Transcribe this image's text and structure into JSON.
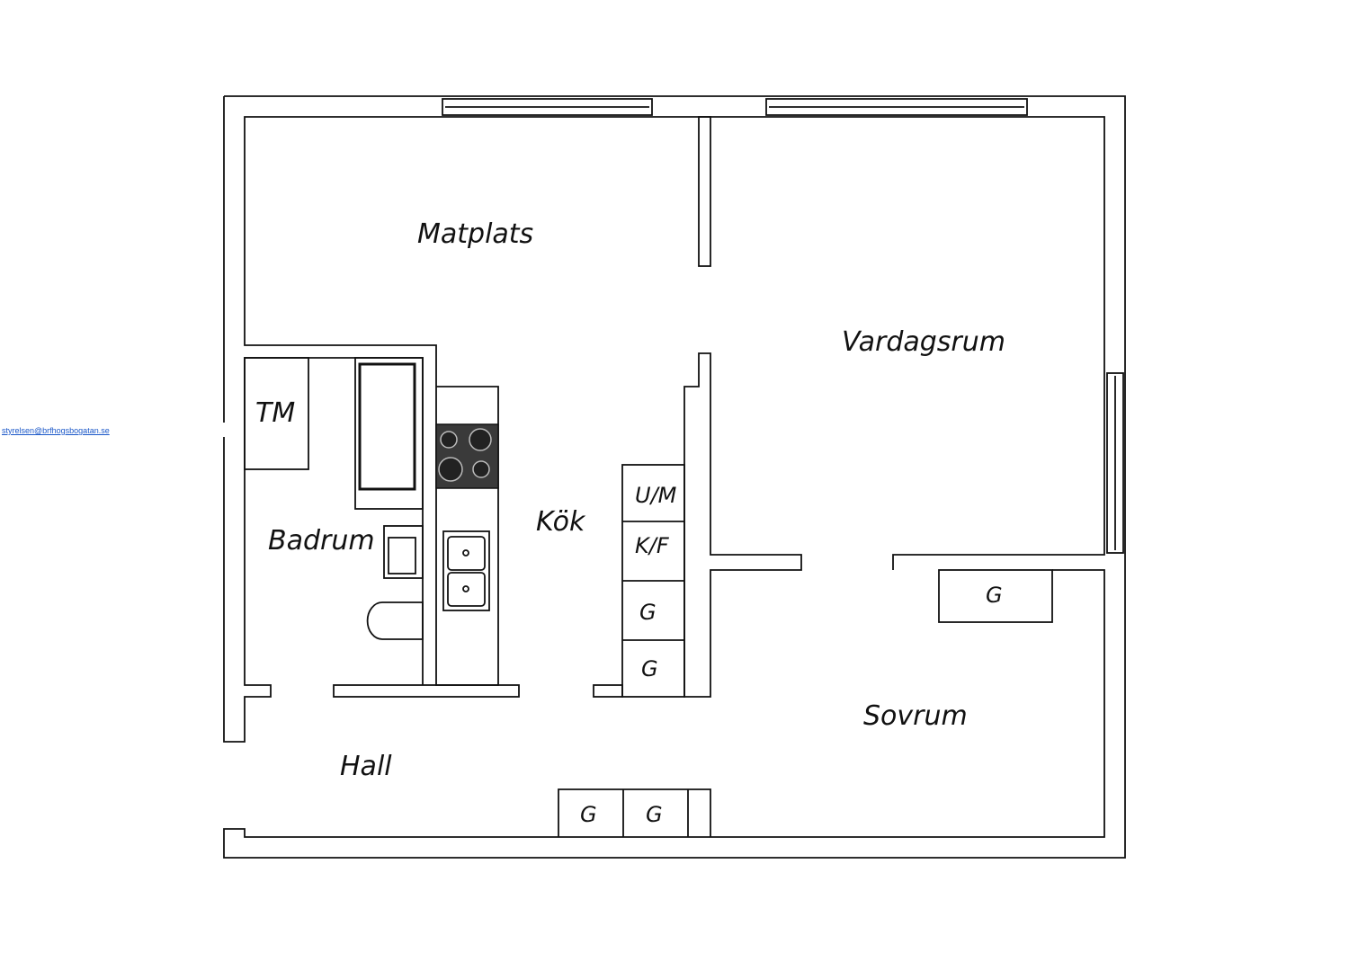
{
  "contact": {
    "email": "styrelsen@brfhogsbogatan.se"
  },
  "rooms": {
    "matplats": "Matplats",
    "vardagsrum": "Vardagsrum",
    "kok": "Kök",
    "badrum": "Badrum",
    "hall": "Hall",
    "sovrum": "Sovrum",
    "tm": "TM"
  },
  "fixtures": {
    "um": "U/M",
    "kf": "K/F",
    "g": "G"
  },
  "colors": {
    "wall": "#111111",
    "stove": "#3a3a3a",
    "link": "#1a57c8"
  }
}
